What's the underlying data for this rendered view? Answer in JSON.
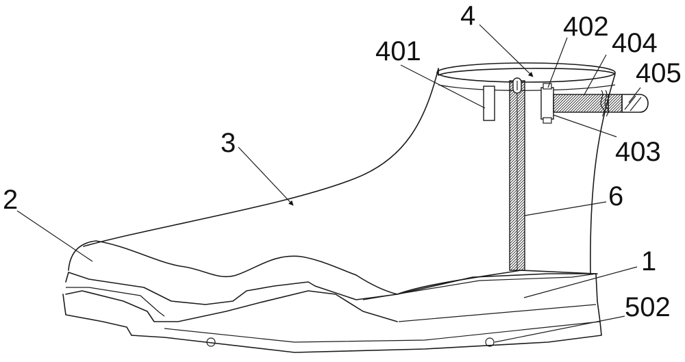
{
  "colors": {
    "ink": "#1a1a1a",
    "background": "#ffffff"
  },
  "labels": {
    "sole": "1",
    "toe_cap": "2",
    "upper": "3",
    "collar_strap": "4",
    "buckle_left": "401",
    "buckle_right": "402",
    "strap_clip": "403",
    "strap_band": "404",
    "strap_tip": "405",
    "zipper": "6",
    "sole_hole": "502"
  }
}
